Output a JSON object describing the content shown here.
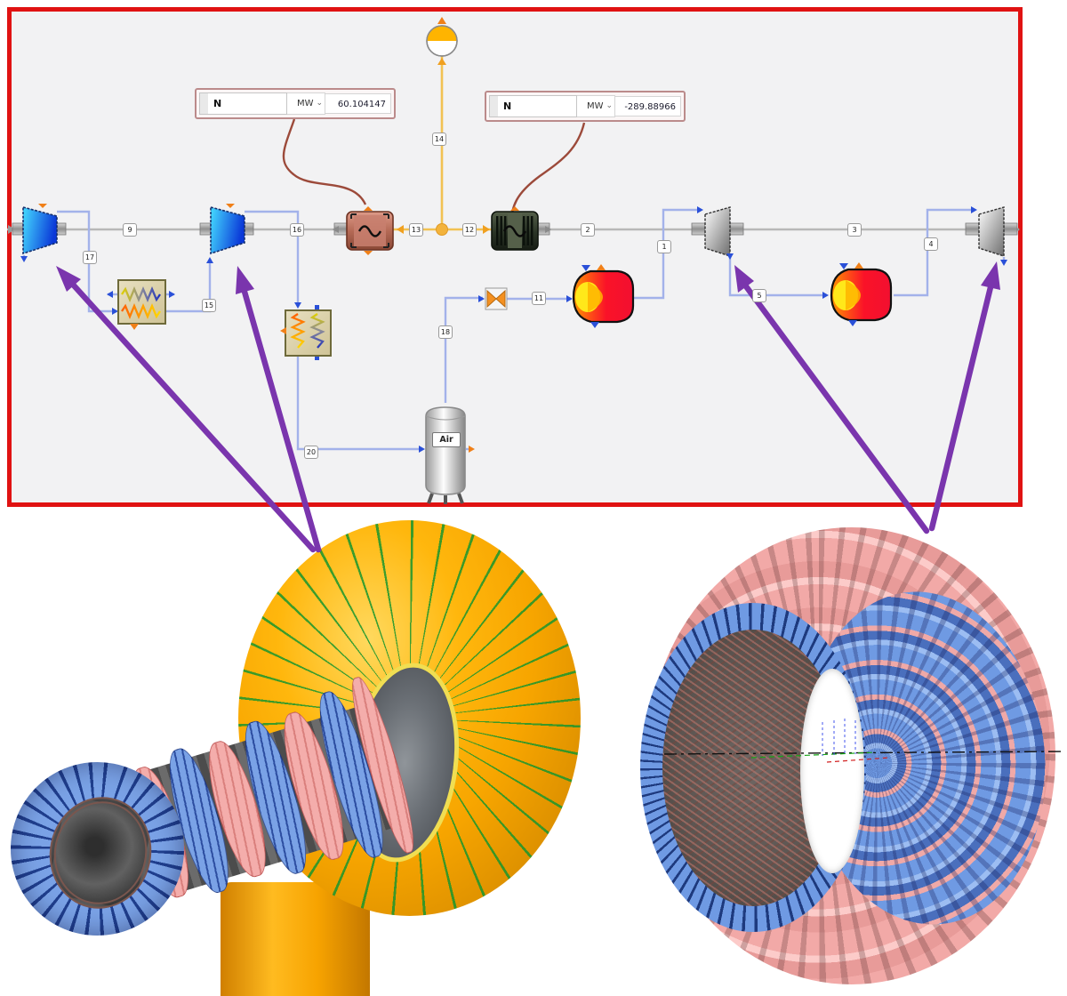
{
  "meters": [
    {
      "label": "N",
      "unit": "MW",
      "value": "60.104147"
    },
    {
      "label": "N",
      "unit": "MW",
      "value": "-289.88966"
    }
  ],
  "stream_labels": [
    "9",
    "17",
    "15",
    "16",
    "13",
    "12",
    "14",
    "2",
    "11",
    "1",
    "5",
    "3",
    "4",
    "18",
    "20"
  ],
  "tank": {
    "label": "Air"
  },
  "colors": {
    "panel_border_red": "#e01212",
    "fluid_line_blue": "#a3b2ea",
    "shaft_line_gray": "#b8b8b8",
    "electric_line_yellow": "#f2c252",
    "annotation_arrow_purple": "#7a35ad",
    "compressor_blue": "#0a38d8",
    "turbine_gray": "#6e6e6e",
    "combustor_red": "#fa1228",
    "volute_orange": "#f7a500",
    "blade_blue": "#6f9ae3",
    "blade_pink": "#f2a9a7"
  }
}
